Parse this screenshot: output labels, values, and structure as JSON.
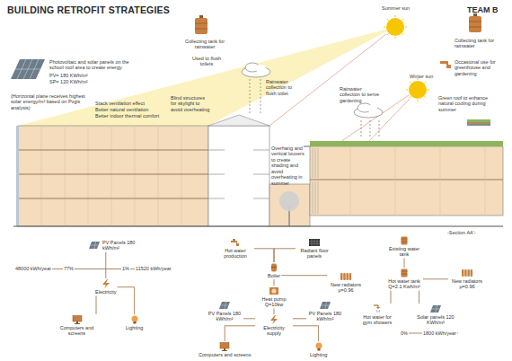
{
  "diagram": {
    "title": "BUILDING RETROFIT STRATEGIES",
    "nodes": [
      {
        "text": [
          "PV Panels 180 kWh/m²"
        ]
      },
      {
        "text": [
          "Electricity"
        ]
      },
      {
        "text": [
          "Computers and screens"
        ]
      },
      {
        "text": [
          "Lighting"
        ]
      },
      {
        "text": [
          "Hot water production"
        ]
      },
      {
        "text": [
          "Radiant floor panels"
        ]
      },
      {
        "text": [
          "Boiler"
        ]
      },
      {
        "text": [
          "Heat pump Q=10kw"
        ]
      },
      {
        "text": [
          "New radiators μ=0.96"
        ]
      },
      {
        "text": [
          "PV Panels 180 kWh/m²"
        ]
      },
      {
        "text": [
          "PV Panels 180 kWh/m²"
        ]
      },
      {
        "text": [
          "Electricity supply"
        ]
      },
      {
        "text": [
          "Computers and screens"
        ]
      },
      {
        "text": [
          "Lighting"
        ]
      },
      {
        "text": [
          "Existing water tank"
        ]
      },
      {
        "text": [
          "Hot water tank Q=2.1 Kwh/m²"
        ]
      },
      {
        "text": [
          "New radiators μ=0.96"
        ]
      },
      {
        "text": [
          "Hot water for gym showers"
        ]
      },
      {
        "text": [
          "Solar panels 120 KWh/m²"
        ]
      }
    ],
    "edges": [
      {
        "from": 0,
        "to": 1,
        "arrow": "none"
      },
      {
        "from": 1,
        "to": 2,
        "arrow": "none"
      },
      {
        "from": 1,
        "to": 3,
        "arrow": "none"
      },
      {
        "from": 4,
        "to": 6,
        "arrow": "none"
      },
      {
        "from": 5,
        "to": 6,
        "arrow": "none"
      },
      {
        "from": 7,
        "to": 6,
        "arrow": "none"
      },
      {
        "from": 6,
        "to": 8,
        "arrow": "none"
      },
      {
        "from": 11,
        "to": 7,
        "arrow": "none"
      },
      {
        "from": 9,
        "to": 11,
        "arrow": "none"
      },
      {
        "from": 10,
        "to": 11,
        "arrow": "none"
      },
      {
        "from": 11,
        "to": 12,
        "arrow": "none"
      },
      {
        "from": 11,
        "to": 13,
        "arrow": "none"
      },
      {
        "from": 14,
        "to": 15,
        "arrow": "none"
      },
      {
        "from": 15,
        "to": 16,
        "arrow": "none"
      },
      {
        "from": 15,
        "to": 17,
        "arrow": "none"
      },
      {
        "from": 18,
        "to": 15,
        "arrow": "none"
      }
    ],
    "labels": [
      "TEAM B",
      "Photovoltaic and solar panels on the school roof area to create energy",
      "PV= 180 KWh/m²",
      "SP= 120 KWh/m²",
      "(Horizontal plane receives highest solar energy/m² based on Pvgis analysis)",
      "Collecting tank for rainwater",
      "Used to flush toilets",
      "Stack ventilation effect",
      "Better natural ventilation",
      "Better indoor thermal comfort",
      "Blind structures for skylight to avoid overheating",
      "Rainwater collection to flush toilet",
      "Summer sun",
      "Winter sun",
      "Overhang and vertical louvers to create shading and avoid overheating in summer",
      "Rainwater collection to serve gardening",
      "Collecting tank for rainwater",
      "Occasional use for greenhouse and gardening",
      "Green roof to enhance natural cooling during summer",
      "-Section AA'-",
      "48000 kWh/year",
      "77%",
      "1%",
      "11520 kWh/year",
      "0%",
      "1800 kWh/year"
    ]
  }
}
